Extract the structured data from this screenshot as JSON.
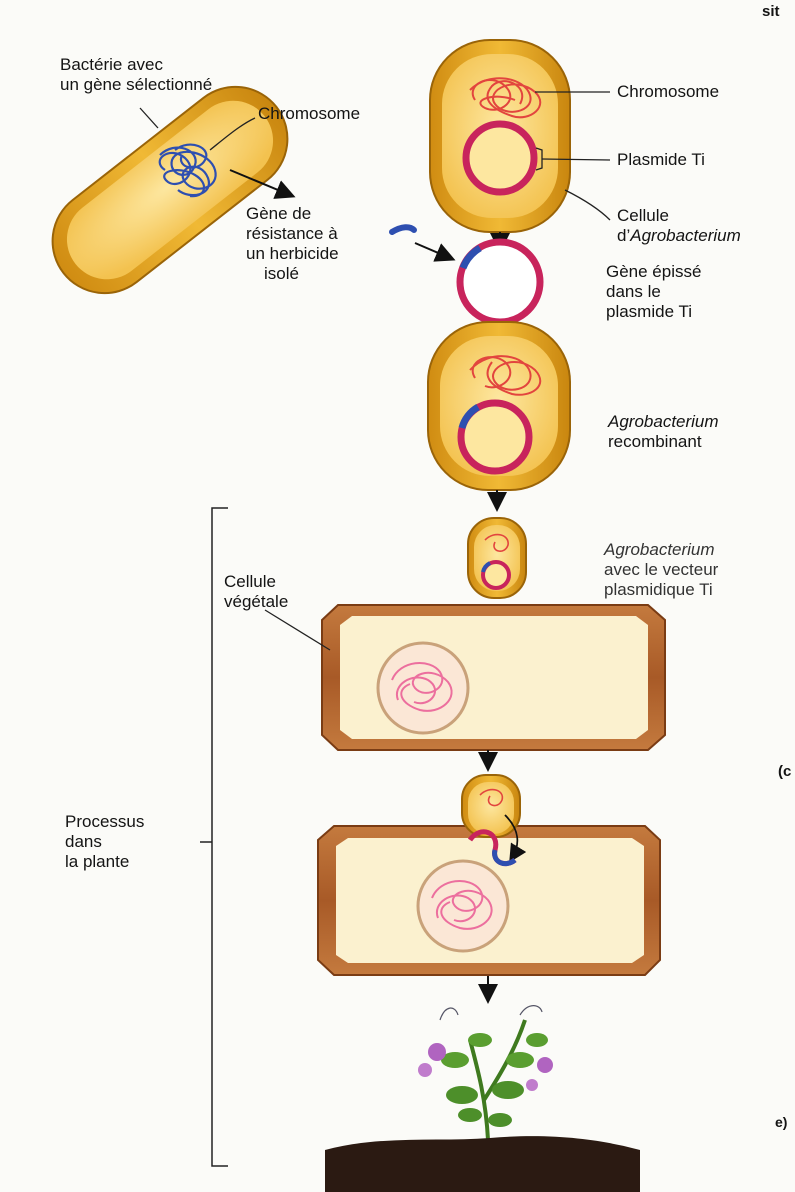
{
  "labels": {
    "corner_fragment": "sit",
    "selected_bacterium": "Bactérie avec\nun gène sélectionné",
    "chromosome_left": "Chromosome",
    "resistance_gene_1": "Gène de",
    "resistance_gene_2": "résistance à",
    "resistance_gene_3": "un herbicide",
    "resistance_gene_4": "isolé",
    "chromosome_right": "Chromosome",
    "ti_plasmid": "Plasmide Ti",
    "agro_cell_line1": "Cellule",
    "agro_cell_prefix": "d’",
    "agro_cell_italic": "Agrobacterium",
    "spliced_gene": "Gène épissé\ndans le\nplasmide Ti",
    "recombinant_italic": "Agrobacterium",
    "recombinant_text": "recombinant",
    "vector_italic": "Agrobacterium",
    "vector_text": "avec le vecteur\nplasmidique Ti",
    "plant_cell": "Cellule\nvégétale",
    "process_in_plant": "Processus\ndans\nla plante",
    "edge_c": "(c",
    "edge_e": "e)"
  },
  "colors": {
    "bacterium_shell": "#e0a21f",
    "bacterium_inner": "#f6cf63",
    "chromosome_red": "#e2453e",
    "chromosome_blue": "#2e4fb0",
    "plasmid_magenta": "#c8245c",
    "plant_wall": "#b5642d",
    "plant_inner": "#fbf1cf",
    "nucleus_pink": "#ec6f9e",
    "leaf_green": "#4d8f2a",
    "flower_purple": "#b064c0",
    "soil": "#2b1a12"
  }
}
